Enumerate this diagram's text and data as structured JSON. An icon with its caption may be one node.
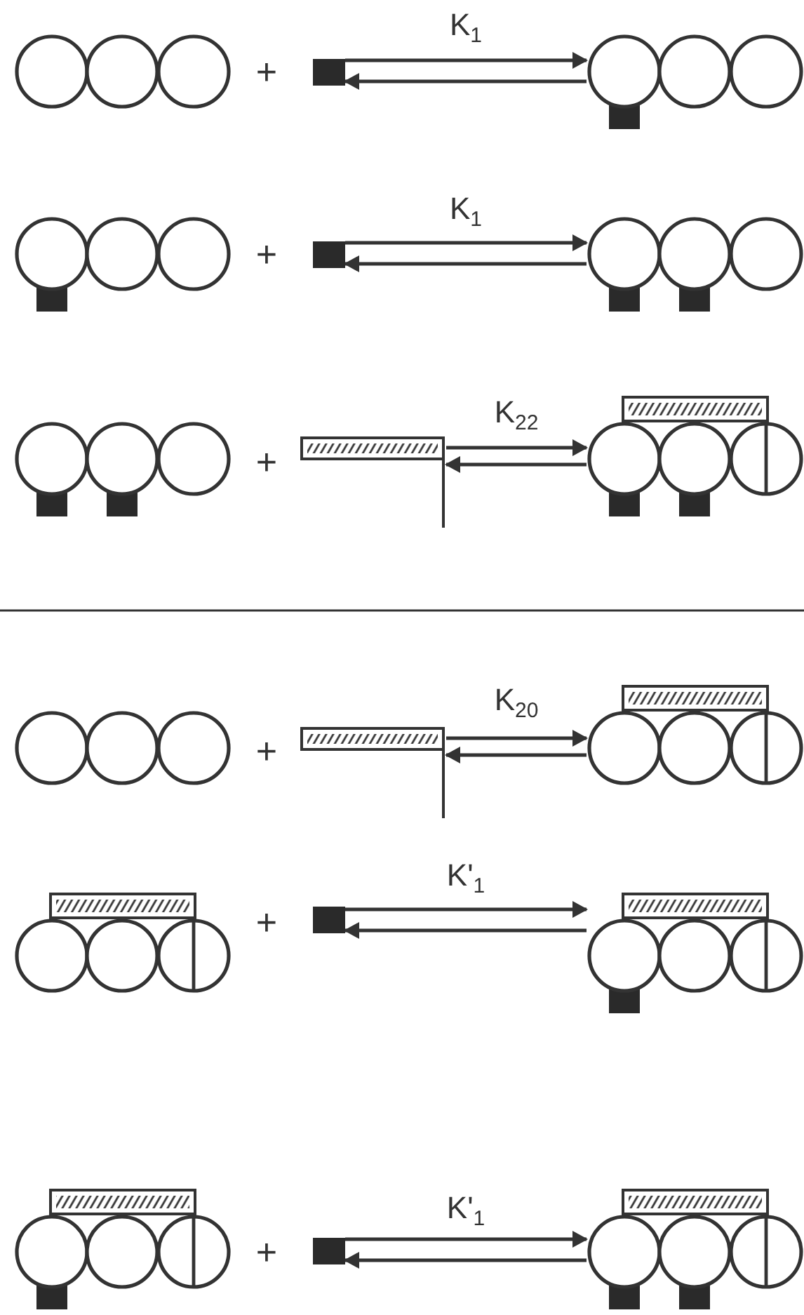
{
  "diagram": {
    "nodes": [
      {
        "text": [],
        "shape": "picture"
      },
      {
        "text": [],
        "shape": "box"
      },
      {
        "text": [],
        "shape": "picture"
      },
      {
        "text": [],
        "shape": "picture"
      },
      {
        "text": [],
        "shape": "box"
      },
      {
        "text": [],
        "shape": "picture"
      },
      {
        "text": [],
        "shape": "picture"
      },
      {
        "text": [],
        "shape": "picture"
      },
      {
        "text": [],
        "shape": "picture"
      },
      {
        "text": [],
        "shape": "picture"
      },
      {
        "text": [],
        "shape": "picture"
      },
      {
        "text": [],
        "shape": "picture"
      },
      {
        "text": [],
        "shape": "picture"
      },
      {
        "text": [],
        "shape": "box"
      },
      {
        "text": [],
        "shape": "picture"
      },
      {
        "text": [],
        "shape": "picture"
      },
      {
        "text": [],
        "shape": "box"
      },
      {
        "text": [],
        "shape": "picture"
      }
    ],
    "edges": [
      {
        "from": 1,
        "to": 2,
        "arrow": "to",
        "label": "K$_{1}$"
      },
      {
        "from": 2,
        "to": 1,
        "arrow": "to"
      },
      {
        "from": 4,
        "to": 5,
        "arrow": "to",
        "label": "K$_{1}$"
      },
      {
        "from": 5,
        "to": 4,
        "arrow": "to"
      },
      {
        "from": 7,
        "to": 8,
        "arrow": "to",
        "label": "K$_{22}$"
      },
      {
        "from": 8,
        "to": 7,
        "arrow": "to"
      },
      {
        "from": 10,
        "to": 11,
        "arrow": "to",
        "label": "K$_{20}$"
      },
      {
        "from": 11,
        "to": 10,
        "arrow": "to"
      },
      {
        "from": 13,
        "to": 14,
        "arrow": "to",
        "label": "K'$_{1}$"
      },
      {
        "from": 14,
        "to": 13,
        "arrow": "to"
      },
      {
        "from": 16,
        "to": 17,
        "arrow": "to",
        "label": "K'$_{1}$"
      },
      {
        "from": 17,
        "to": 16,
        "arrow": "to"
      }
    ],
    "labels": [
      "+",
      "+",
      "+",
      "+",
      "+",
      "+"
    ]
  }
}
